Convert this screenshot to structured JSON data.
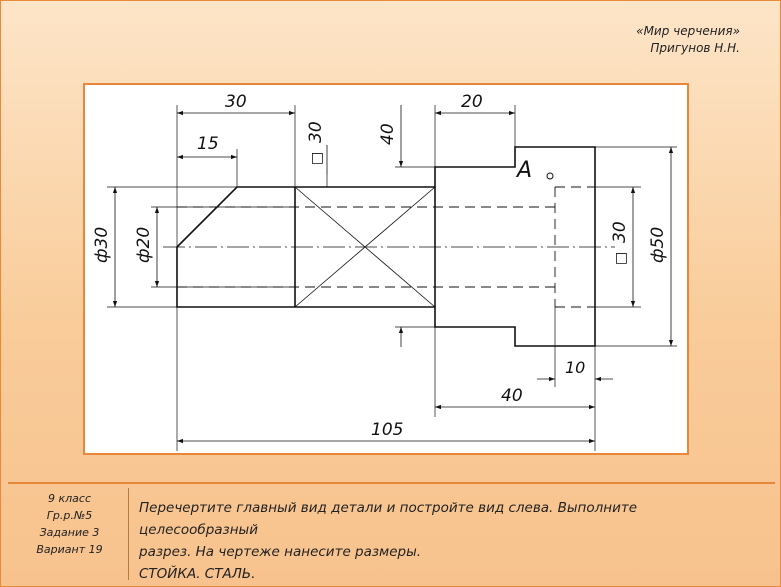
{
  "author": {
    "line1": "«Мир черчения»",
    "line2": "Пригунов Н.Н."
  },
  "drawing": {
    "dims": {
      "d30_top": "30",
      "d15": "15",
      "d20_top": "20",
      "d40_vert": "40",
      "sq30_top": "30",
      "phi30": "ф30",
      "phi20": "ф20",
      "sq30_right": "30",
      "phi50": "ф50",
      "d10": "10",
      "d40_bottom": "40",
      "d105": "105"
    },
    "section_label": "А",
    "square_symbol": "□"
  },
  "footer": {
    "grade": "9 класс",
    "group": "Гр.р.№5",
    "task_no": "Задание 3",
    "variant": "Вариант 19"
  },
  "task": {
    "line1": "Перечертите главный вид детали и постройте вид слева. Выполните целесообразный",
    "line2": "разрез. На чертеже нанесите размеры.",
    "line3": "СТОЙКА. СТАЛЬ."
  },
  "colors": {
    "border": "#e8873a",
    "background_top": "#fde5c8",
    "background_bottom": "#f7c28d",
    "line": "#111111"
  }
}
